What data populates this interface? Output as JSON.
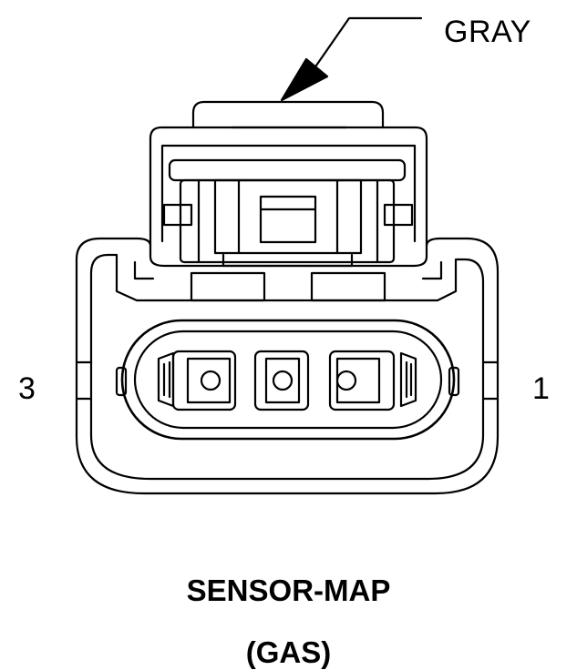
{
  "diagram": {
    "color_callout": "GRAY",
    "pin_left": "3",
    "pin_right": "1",
    "title": "SENSOR-MAP",
    "subtitle": "(GAS)",
    "line_color": "#000000",
    "background": "#ffffff"
  }
}
